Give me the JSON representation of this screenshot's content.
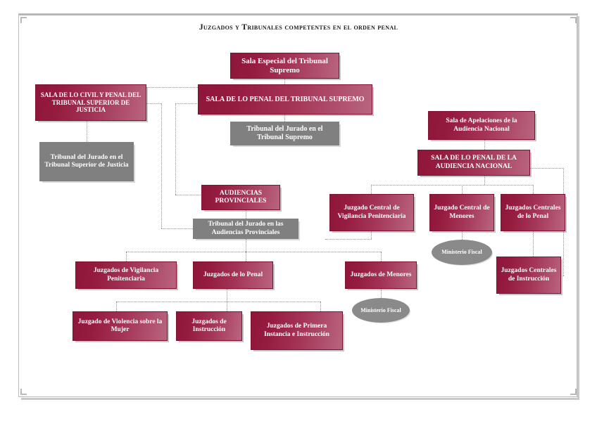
{
  "page": {
    "title": "Juzgados y Tribunales competentes en el orden penal",
    "colors": {
      "maroon_dark": "#8e1638",
      "maroon_light": "#b9657f",
      "gray_box": "#808080",
      "gray_ellipse": "#8a8a8a",
      "connector": "#8f8f8f",
      "frame": "#bdbdbd",
      "text_on_box": "#ffffff",
      "title_text": "#1a1a1a"
    }
  },
  "nodes": {
    "sala_especial_ts": "Sala Especial del Tribunal Supremo",
    "sala_penal_ts": "SALA DE LO PENAL DEL TRIBUNAL SUPREMO",
    "jurado_ts": "Tribunal del Jurado en el Tribunal Supremo",
    "sala_civil_penal_tsj": "SALA DE LO CIVIL Y PENAL DEL TRIBUNAL SUPERIOR DE JUSTICIA",
    "jurado_tsj": "Tribunal del Jurado en el Tribunal Superior de Justicia",
    "sala_apelaciones_an": "Sala de Apelaciones de la Audiencia Nacional",
    "sala_penal_an": "SALA DE LO PENAL DE LA AUDIENCIA NACIONAL",
    "audiencias_provinciales": "AUDIENCIAS PROVINCIALES",
    "jurado_ap": "Tribunal del Jurado en las Audiencias Provinciales",
    "jcvp": "Juzgado Central de Vigilancia Penitenciaria",
    "jcm": "Juzgado Central de Menores",
    "jcp": "Juzgados Centrales de lo Penal",
    "jci": "Juzgados Centrales de Instrucción",
    "jvp": "Juzgados de Vigilancia Penitenciaria",
    "jp": "Juzgados de lo Penal",
    "jm": "Juzgados de Menores",
    "jvm": "Juzgado de Violencia sobre la Mujer",
    "ji": "Juzgados de Instrucción",
    "jpii": "Juzgados de Primera Instancia e Instrucción",
    "ministerio_fiscal_1": "Ministerio Fiscal",
    "ministerio_fiscal_2": "Ministerio Fiscal"
  }
}
